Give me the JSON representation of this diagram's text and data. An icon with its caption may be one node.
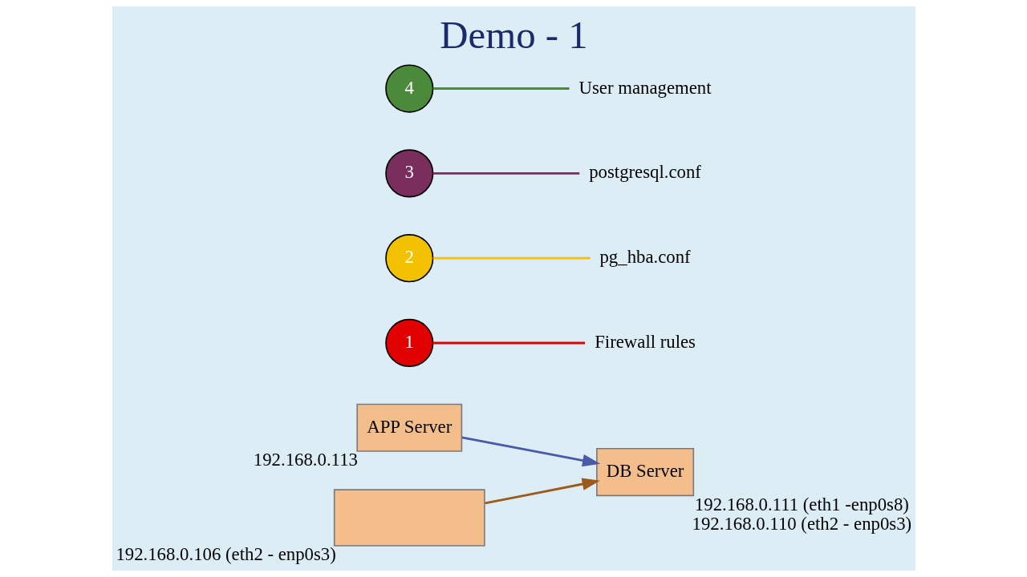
{
  "diagram": {
    "title": "Demo - 1",
    "nodes": [
      {
        "text": [
          "APP Server"
        ],
        "beside": [
          "192.168.0.113"
        ]
      },
      {
        "text": [
          "DB Server"
        ],
        "beside": [
          "192.168.0.111 (eth1 -enp0s8)",
          "192.168.0.110 (eth2 - enp0s3)"
        ]
      },
      {
        "text": [],
        "shape": "box",
        "beside": [
          "192.168.0.106 (eth2 - enp0s3)"
        ]
      },
      {
        "text": [
          "1"
        ]
      },
      {
        "text": [
          "2"
        ]
      },
      {
        "text": [
          "3"
        ]
      },
      {
        "text": [
          "4"
        ]
      },
      {
        "text": [
          "Firewall rules"
        ]
      },
      {
        "text": [
          "pg_hba.conf"
        ]
      },
      {
        "text": [
          "postgresql.conf"
        ]
      },
      {
        "text": [
          "User management"
        ]
      }
    ],
    "edges": [
      {
        "from": 0,
        "to": 1,
        "arrow": "to",
        "color": "#4a5aa8"
      },
      {
        "from": 2,
        "to": 1,
        "arrow": "to",
        "color": "#9c5a1c"
      },
      {
        "from": 3,
        "to": 7,
        "arrow": "none",
        "color": "#e00000"
      },
      {
        "from": 4,
        "to": 8,
        "arrow": "none",
        "color": "#f2c200"
      },
      {
        "from": 5,
        "to": 9,
        "arrow": "none",
        "color": "#7a2e5e"
      },
      {
        "from": 6,
        "to": 10,
        "arrow": "none",
        "color": "#4a8a3a"
      }
    ]
  }
}
